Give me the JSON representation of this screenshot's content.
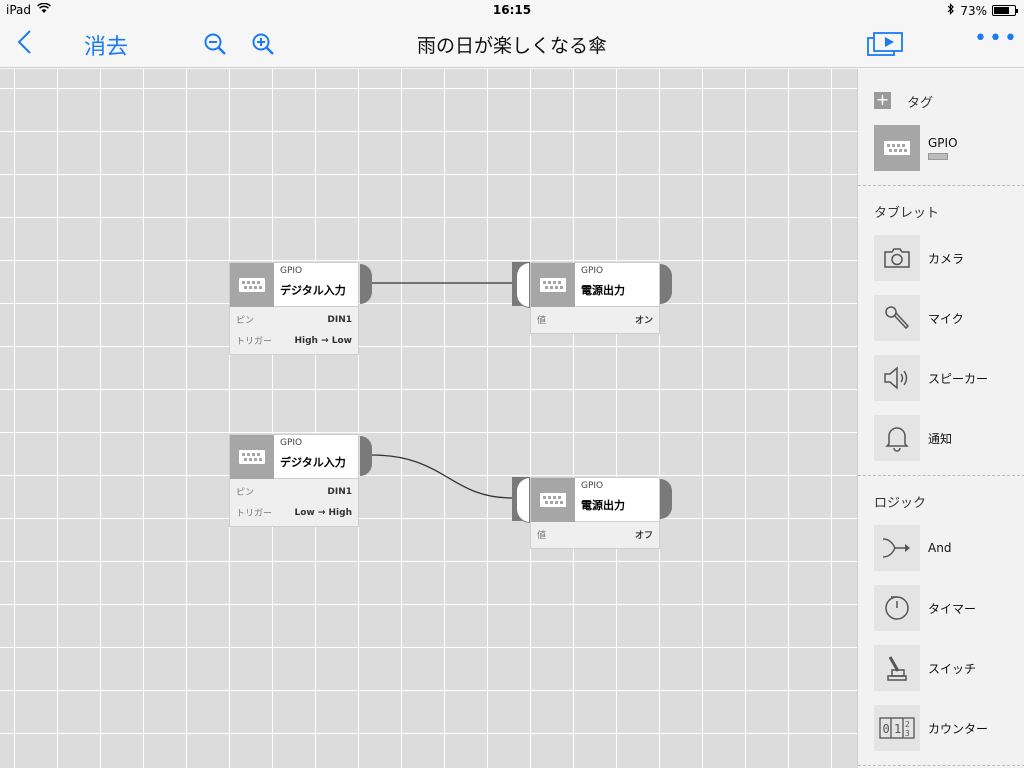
{
  "status": {
    "device": "iPad",
    "time": "16:15",
    "battery": "73%",
    "battery_level": 0.73
  },
  "nav": {
    "clear": "消去",
    "title": "雨の日が楽しくなる傘"
  },
  "nodes": [
    {
      "category": "GPIO",
      "name": "デジタル入力",
      "rows": [
        {
          "k": "ピン",
          "v": "DIN1"
        },
        {
          "k": "トリガー",
          "v": "High → Low"
        }
      ]
    },
    {
      "category": "GPIO",
      "name": "電源出力",
      "rows": [
        {
          "k": "値",
          "v": "オン"
        }
      ]
    },
    {
      "category": "GPIO",
      "name": "デジタル入力",
      "rows": [
        {
          "k": "ピン",
          "v": "DIN1"
        },
        {
          "k": "トリガー",
          "v": "Low → High"
        }
      ]
    },
    {
      "category": "GPIO",
      "name": "電源出力",
      "rows": [
        {
          "k": "値",
          "v": "オフ"
        }
      ]
    }
  ],
  "sidebar": {
    "tags_title": "タグ",
    "tag_item": "GPIO",
    "tablet_title": "タブレット",
    "tablet_items": [
      "カメラ",
      "マイク",
      "スピーカー",
      "通知"
    ],
    "logic_title": "ロジック",
    "logic_items": [
      "And",
      "タイマー",
      "スイッチ",
      "カウンター"
    ]
  },
  "colors": {
    "accent": "#1a7cf3",
    "grid_bg": "#dcdcdc",
    "node_icon": "#a6a6a6",
    "port": "#7a7a7a"
  }
}
